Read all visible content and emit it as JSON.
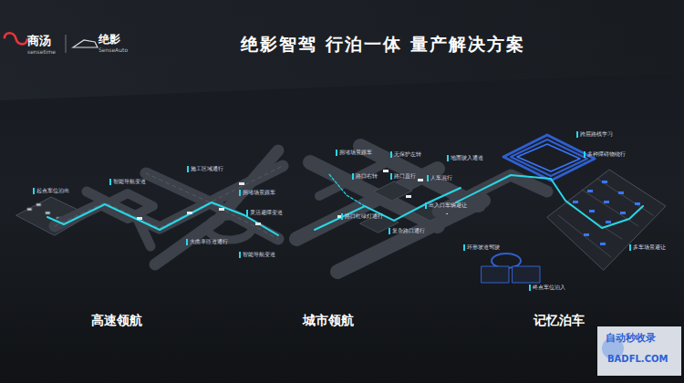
{
  "diagram": {
    "title": "绝影智驾 行泊一体 量产解决方案",
    "labels": [
      "商汤",
      "sensetime",
      "绝影",
      "SenseAuto",
      "起点车位泊出",
      "智能导航变道",
      "施工区域通行",
      "拥堵场景跟车",
      "灵活避障变道",
      "大曲率匝道通行",
      "智能导航变道",
      "拥堵场景跟车",
      "路口右转",
      "无保护左转",
      "路口直行",
      "路口红绿灯通行",
      "复杂路口通行",
      "人车混行",
      "出入口车辆避让",
      "地面驶入通道",
      "跨层路线学习",
      "多种障碍物绕行",
      "环形坡道驾驶",
      "终点车位泊入",
      "多车场景避让",
      "高速领航",
      "城市领航",
      "记忆泊车",
      "自动秒收录",
      "BADFL.COM"
    ]
  }
}
